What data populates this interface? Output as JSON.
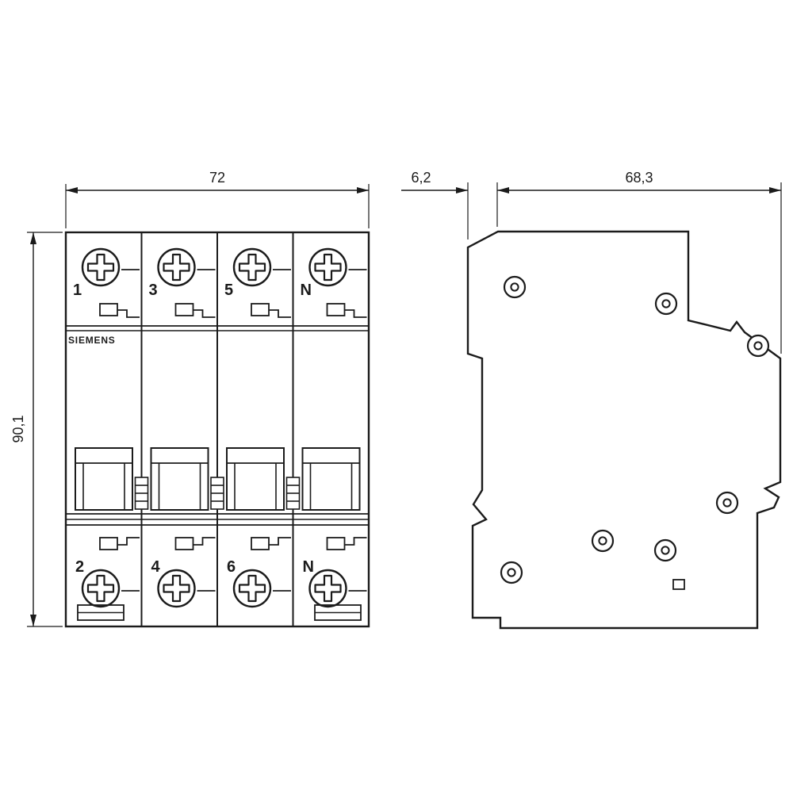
{
  "drawing": {
    "brand": "SIEMENS",
    "dimensions": {
      "width_mm": "72",
      "height_mm": "90,1",
      "front_depth_mm": "6,2",
      "body_depth_mm": "68,3"
    },
    "front_view": {
      "top_terminals": [
        "1",
        "3",
        "5",
        "N"
      ],
      "bottom_terminals": [
        "2",
        "4",
        "6",
        "N"
      ]
    },
    "colors": {
      "line": "#1b1b1b",
      "background": "#ffffff"
    }
  }
}
